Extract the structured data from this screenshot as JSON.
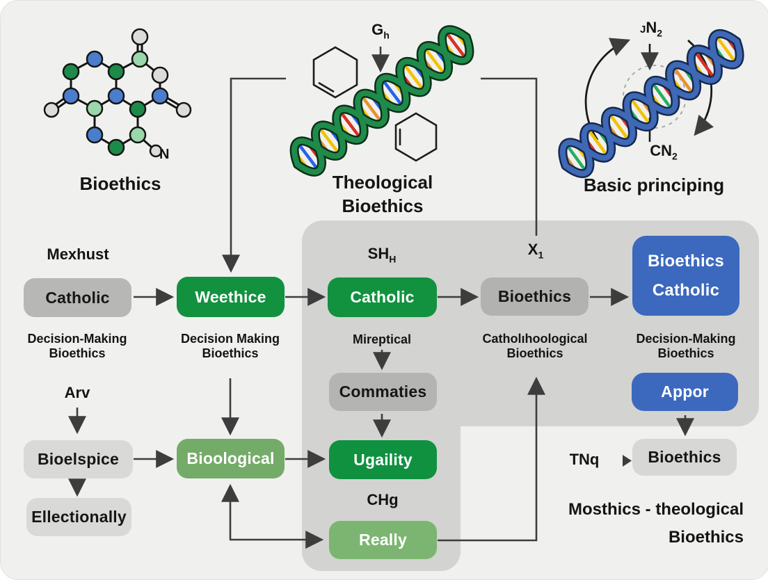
{
  "colors": {
    "background": "#f0f0ee",
    "panel_gray": "#d3d3d1",
    "box_dark_green": "#12913f",
    "box_light_green": "#74ab69",
    "box_light_green2": "#7cb571",
    "box_blue": "#3c69bd",
    "box_gray_dark": "#b7b7b6",
    "box_gray_light": "#d9d9d8",
    "arrow": "#3d3d3d"
  },
  "figures": {
    "molecule": {
      "caption": "Bioethics",
      "n_label": "N"
    },
    "helix_green": {
      "top_label_main": "G",
      "top_label_sub": "h",
      "caption_line1": "Theological",
      "caption_line2": "Bioethics"
    },
    "helix_blue": {
      "top_label_pre": "J",
      "top_label_main": "N",
      "top_label_sub": "2",
      "bottom_label_main": "CN",
      "bottom_label_sub": "2",
      "caption": "Basic principing"
    }
  },
  "flow": {
    "headings": {
      "mexhust": "Mexhust",
      "sh_main": "SH",
      "sh_sub": "H",
      "x_main": "X",
      "x_sub": "1",
      "arv": "Arv",
      "chg": "CHg",
      "tnq": "TNq"
    },
    "boxes": {
      "catholic_gray": "Catholic",
      "weethice": "Weethice",
      "catholic_green": "Catholic",
      "bioethics_gray": "Bioethics",
      "blue_line1": "Bioethics",
      "blue_line2": "Catholic",
      "bioelspice": "Bioelspice",
      "ellectionally": "Ellectionally",
      "bioological": "Bioological",
      "commaties": "Commaties",
      "ugaility": "Ugaility",
      "really": "Really",
      "appor": "Appor",
      "bioethics_bottom": "Bioethics"
    },
    "captions": {
      "c1_line1": "Decision-Making",
      "c1_line2": "Bioethics",
      "c2_line1": "Decision Making",
      "c2_line2": "Bioethics",
      "c3": "Mireptical",
      "c4_line1": "Catholıhoological",
      "c4_line2": "Bioethics",
      "c5_line1": "Decision-Making",
      "c5_line2": "Bioethics",
      "mosthics_line1": "Mosthics - theological",
      "mosthics_line2": "Bioethics"
    }
  }
}
